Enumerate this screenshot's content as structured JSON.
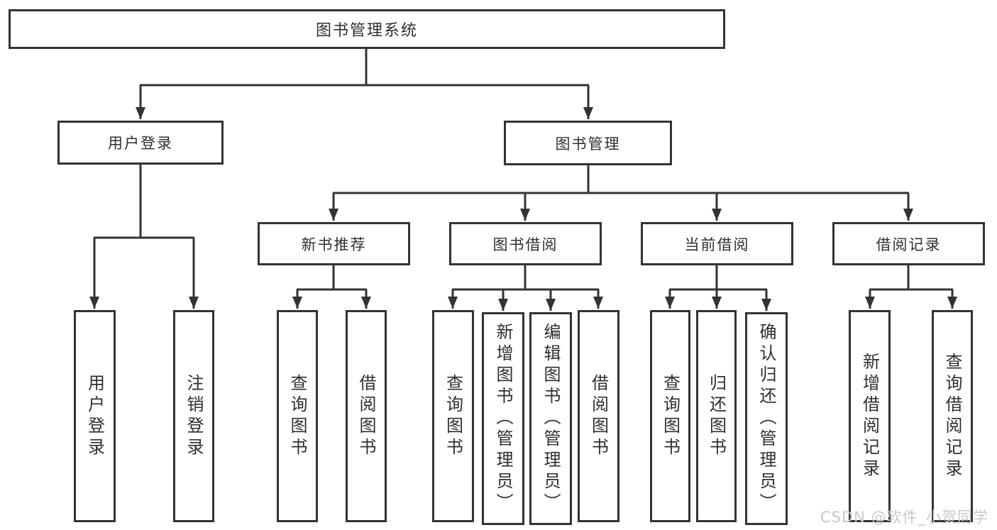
{
  "diagram": {
    "type": "hierarchy-tree",
    "watermark": "CSDN @软件_小贺同学",
    "colors": {
      "line": "#333333",
      "box_border": "#333333",
      "box_fill": "#ffffff",
      "text": "#2f2f2f",
      "watermark": "#c8c8c8",
      "background": "#ffffff"
    },
    "tree": {
      "label": "图书管理系统",
      "children": [
        {
          "label": "用户登录",
          "children": [
            {
              "label": "用户登录"
            },
            {
              "label": "注销登录"
            }
          ]
        },
        {
          "label": "图书管理",
          "children": [
            {
              "label": "新书推荐",
              "children": [
                {
                  "label": "查询图书"
                },
                {
                  "label": "借阅图书"
                }
              ]
            },
            {
              "label": "图书借阅",
              "children": [
                {
                  "label": "查询图书"
                },
                {
                  "label": "新增图书（管理员）"
                },
                {
                  "label": "编辑图书（管理员）"
                },
                {
                  "label": "借阅图书"
                }
              ]
            },
            {
              "label": "当前借阅",
              "children": [
                {
                  "label": "查询图书"
                },
                {
                  "label": "归还图书"
                },
                {
                  "label": "确认归还（管理员）"
                }
              ]
            },
            {
              "label": "借阅记录",
              "children": [
                {
                  "label": "新增借阅记录"
                },
                {
                  "label": "查询借阅记录"
                }
              ]
            }
          ]
        }
      ]
    }
  }
}
